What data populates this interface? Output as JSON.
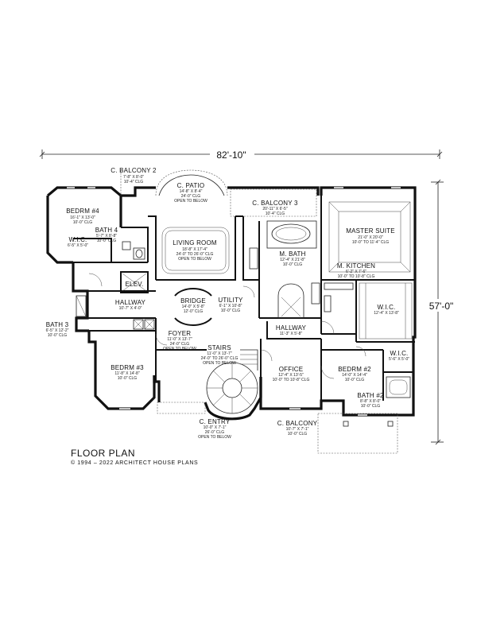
{
  "dimensions": {
    "width_label": "82'-10\"",
    "depth_label": "57'-0\""
  },
  "title": "FLOOR PLAN",
  "copyright": "© 1994 – 2022 ARCHITECT HOUSE PLANS",
  "rooms": {
    "c_balcony_2": {
      "name": "C. BALCONY 2",
      "l1": "7'-8\" X 8'-0\"",
      "l2": "10'-4\" CLG"
    },
    "c_patio": {
      "name": "C. PATIO",
      "l1": "14'-8\" X 8'-4\"",
      "l2": "24'-0\" CLG",
      "l3": "OPEN TO BELOW"
    },
    "c_balcony_3": {
      "name": "C. BALCONY 3",
      "l1": "20'-11\" X 6'-5\"",
      "l2": "10'-4\" CLG"
    },
    "bedrm_4": {
      "name": "BEDRM #4",
      "l1": "16'-1\" X 13'-0\"",
      "l2": "10'-0\" CLG"
    },
    "bath_4": {
      "name": "BATH 4",
      "l1": "5'-7\" X 8'-8\"",
      "l2": "10'-0\" CLG"
    },
    "wic_4": {
      "name": "W.I.C.",
      "l1": "6'-5\" X 5'-0\""
    },
    "living_room": {
      "name": "LIVING ROOM",
      "l1": "18'-8\" X 17'-4\"",
      "l2": "24'-0\" TO 26'-0\" CLG",
      "l3": "OPEN TO BELOW"
    },
    "m_bath": {
      "name": "M. BATH",
      "l1": "12'-4\" X 21'-8\"",
      "l2": "10'-0\" CLG"
    },
    "master_suite": {
      "name": "MASTER SUITE",
      "l1": "21'-0\" X 20'-0\"",
      "l2": "10'-0\" TO 11'-4\" CLG"
    },
    "m_kitchen": {
      "name": "M. KITCHEN",
      "l1": "6'-2\" X 7'-6\"",
      "l2": "10'-0\" TO 10'-8\" CLG"
    },
    "elev": {
      "name": "ELEV."
    },
    "hallway_l": {
      "name": "HALLWAY",
      "l1": "10'-7\" X 4'-0\""
    },
    "bridge": {
      "name": "BRIDGE",
      "l1": "14'-0\" X 5'-8\"",
      "l2": "12'-0\" CLG"
    },
    "utility": {
      "name": "UTILITY",
      "l1": "6'-1\" X 10'-8\"",
      "l2": "10'-0\" CLG"
    },
    "wic_master": {
      "name": "W.I.C.",
      "l1": "12'-4\" X 13'-8\""
    },
    "bath_3": {
      "name": "BATH 3",
      "l1": "6'-5\" X 12'-2\"",
      "l2": "10'-0\" CLG"
    },
    "foyer": {
      "name": "FOYER",
      "l1": "11'-0\" X 13'-7\"",
      "l2": "24'-0\" CLG",
      "l3": "OPEN TO BELOW"
    },
    "hallway_c": {
      "name": "HALLWAY",
      "l1": "11'-3\" X 5'-8\""
    },
    "wic_2": {
      "name": "W.I.C.",
      "l1": "5'-6\" X 5'-0\""
    },
    "stairs": {
      "name": "STAIRS",
      "l1": "11'-0\" X 13'-7\"",
      "l2": "24'-0\" TO 26'-0\" CLG",
      "l3": "OPEN TO BELOW"
    },
    "bedrm_3": {
      "name": "BEDRM #3",
      "l1": "11'-8\" X 14'-8\"",
      "l2": "10'-0\" CLG"
    },
    "office": {
      "name": "OFFICE",
      "l1": "12'-4\" X 13'-5\"",
      "l2": "10'-0\" TO 10'-8\" CLG"
    },
    "bedrm_2": {
      "name": "BEDRM #2",
      "l1": "14'-0\" X 14'-4\"",
      "l2": "10'-0\" CLG"
    },
    "bath_2": {
      "name": "BATH #2",
      "l1": "8'-8\" X 8'-0\"",
      "l2": "10'-0\" CLG"
    },
    "c_entry": {
      "name": "C. ENTRY",
      "l1": "10'-0\" X 7'-1\"",
      "l2": "26'-0\" CLG",
      "l3": "OPEN TO BELOW"
    },
    "c_balcony": {
      "name": "C. BALCONY",
      "l1": "10'-7\" X 7'-1\"",
      "l2": "10'-0\" CLG"
    }
  }
}
